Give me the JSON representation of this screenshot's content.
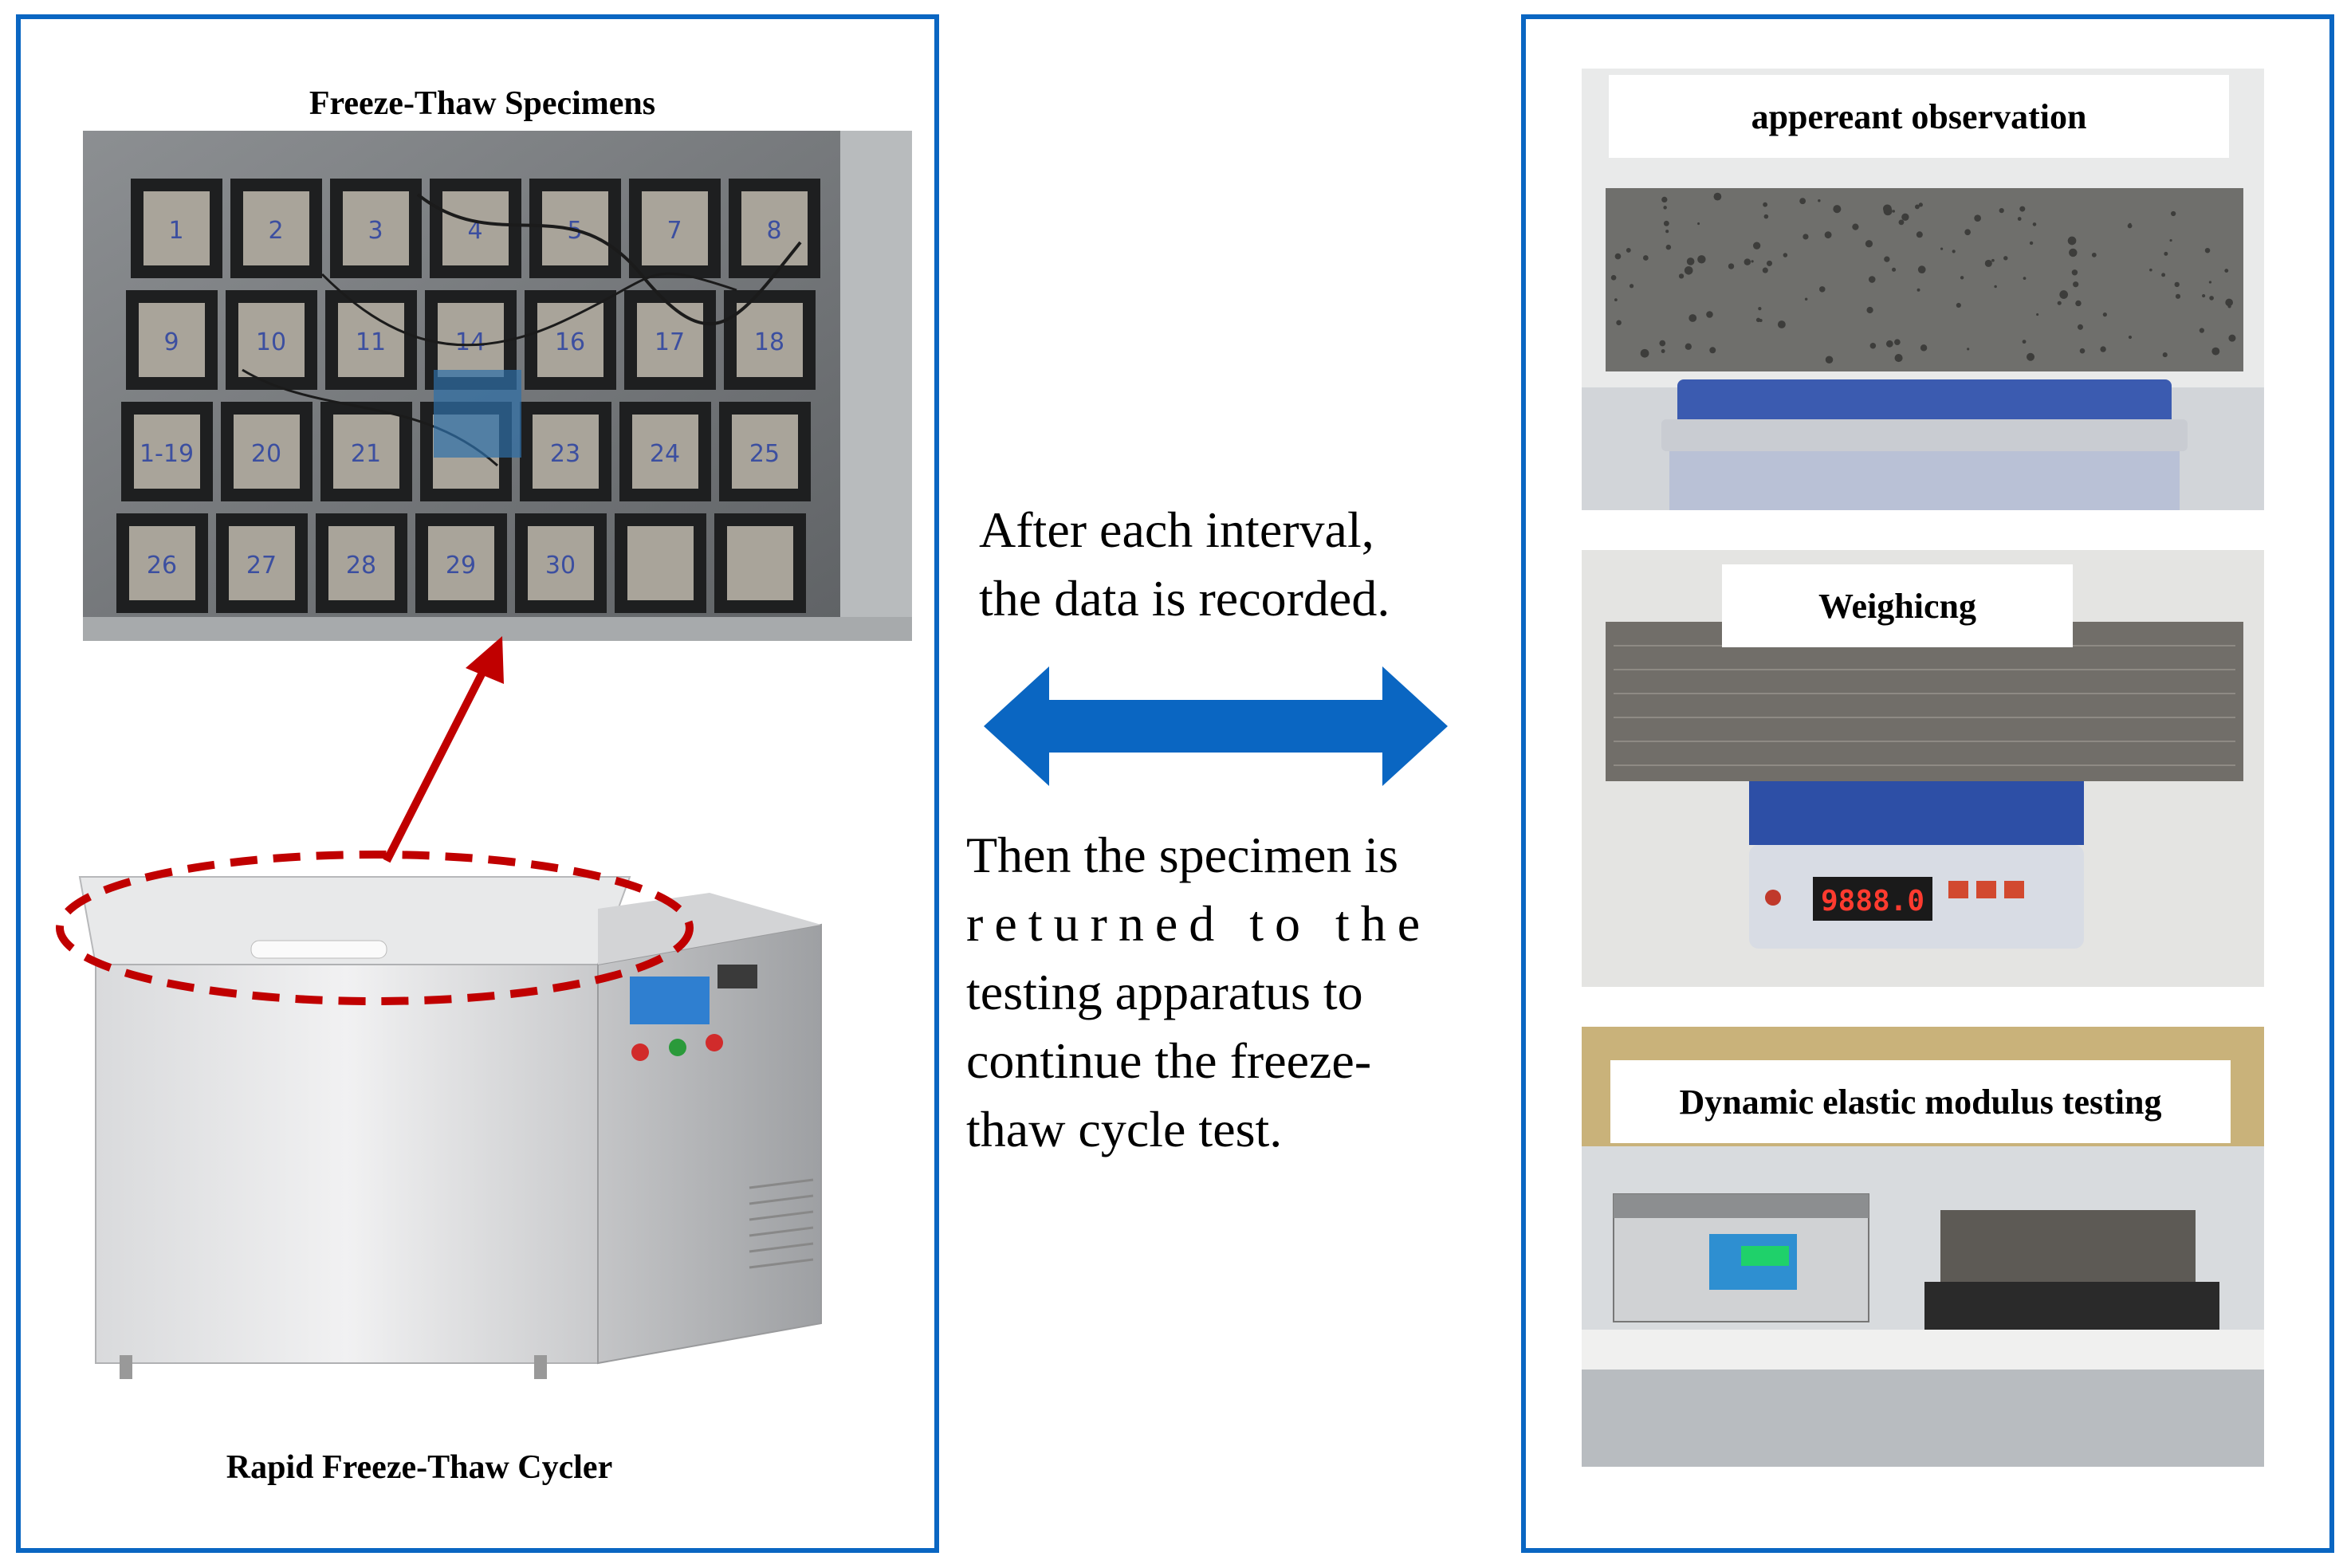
{
  "left_panel": {
    "specimens_title": "Freeze-Thaw Specimens",
    "cycler_caption": "Rapid Freeze-Thaw Cycler",
    "specimen_numbers": [
      "1",
      "2",
      "3",
      "4",
      "5",
      "7",
      "8",
      "9",
      "10",
      "11",
      "14",
      "16",
      "17",
      "18",
      "1-19",
      "20",
      "21",
      "23",
      "24",
      "25",
      "26",
      "27",
      "28",
      "29",
      "30"
    ],
    "cycler_panel_display": ""
  },
  "middle": {
    "interval_line1": "After each interval,",
    "interval_line2": "the data is recorded.",
    "return_line1": "Then the specimen is",
    "return_line2": "returned to the",
    "return_line3": "testing apparatus to",
    "return_line4": "continue the freeze-",
    "return_line5": "thaw cycle test."
  },
  "right_panel": {
    "observation_label": "appereant observation",
    "weighing_label": "Weighicng",
    "weighing_display": "9888.0",
    "modulus_label": "Dynamic elastic modulus testing"
  },
  "colors": {
    "panel_border": "#0a66c2",
    "double_arrow": "#0a66c2",
    "highlight_red": "#c00000"
  }
}
